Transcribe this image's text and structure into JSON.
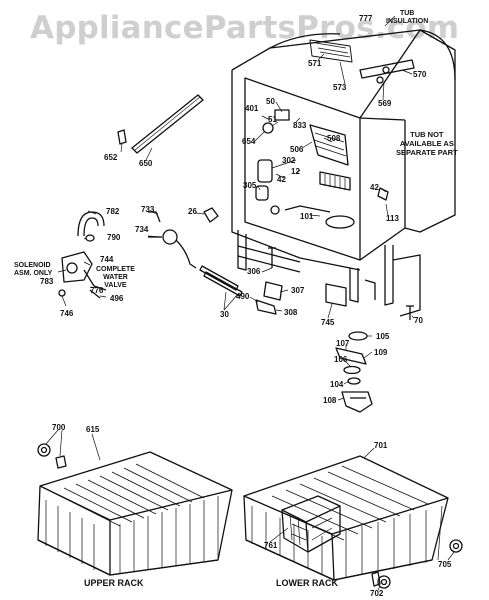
{
  "watermark": "AppliancePartsPros.com",
  "notes": {
    "tub_insulation": [
      "TUB",
      "INSULATION"
    ],
    "tub_not_available": [
      "TUB NOT",
      "AVAILABLE AS",
      "SEPARATE PART"
    ],
    "solenoid": [
      "SOLENOID",
      "ASM. ONLY"
    ],
    "complete_valve": [
      "COMPLETE",
      "WATER",
      "VALVE"
    ]
  },
  "captions": {
    "upper_rack": "UPPER RACK",
    "lower_rack": "LOWER RACK"
  },
  "part_numbers": [
    "777",
    "571",
    "573",
    "570",
    "569",
    "50",
    "401",
    "51",
    "833",
    "654",
    "506",
    "302",
    "508",
    "305",
    "42",
    "12",
    "101",
    "42",
    "113",
    "652",
    "650",
    "733",
    "26",
    "782",
    "734",
    "790",
    "744",
    "783",
    "776",
    "496",
    "746",
    "306",
    "307",
    "490",
    "308",
    "30",
    "745",
    "70",
    "105",
    "107",
    "109",
    "106",
    "104",
    "108",
    "700",
    "615",
    "701",
    "761",
    "705",
    "702"
  ]
}
